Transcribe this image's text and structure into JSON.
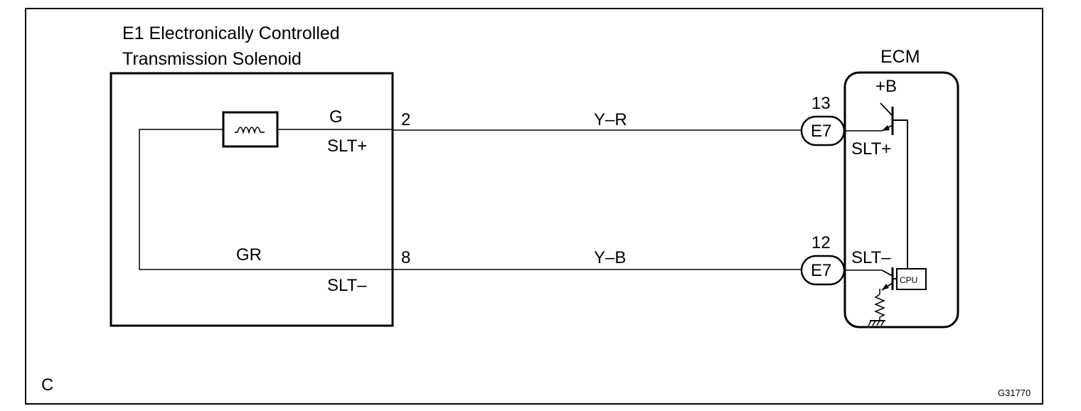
{
  "solenoid": {
    "title_line1": "E1 Electronically Controlled",
    "title_line2": "Transmission Solenoid",
    "wire_top_color": "G",
    "wire_bottom_color": "GR",
    "pin_top_label": "SLT+",
    "pin_bottom_label": "SLT–",
    "pin_top_number": "2",
    "pin_bottom_number": "8"
  },
  "harness": {
    "top_wire_color": "Y–R",
    "bottom_wire_color": "Y–B"
  },
  "ecm": {
    "title": "ECM",
    "supply_label": "+B",
    "connector_top_number": "13",
    "connector_top_name": "E7",
    "connector_bottom_number": "12",
    "connector_bottom_name": "E7",
    "pin_top_label": "SLT+",
    "pin_bottom_label": "SLT–",
    "cpu_label": "CPU"
  },
  "figure": {
    "corner_label": "C",
    "code": "G31770"
  }
}
